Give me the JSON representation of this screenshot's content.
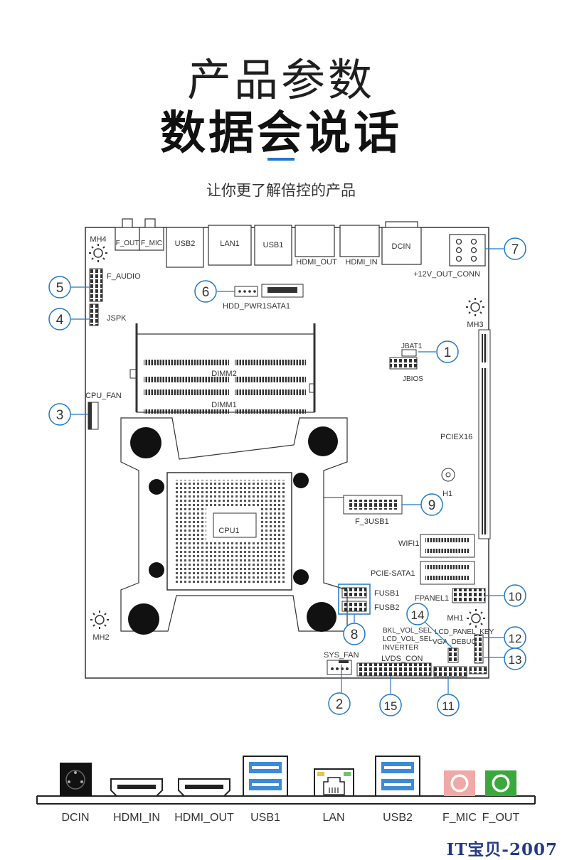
{
  "header": {
    "title": "产品参数",
    "headline": "数据会说话",
    "subtitle": "让你更了解倍控的产品"
  },
  "colors": {
    "accent": "#1f78c8",
    "callout": "#1f78c8",
    "mic_jack": "#f0a9a6",
    "out_jack": "#3aa83a",
    "usb_blue": "#3d8ad8"
  },
  "board": {
    "ports_top": {
      "f_out": "F_OUT",
      "f_mic": "F_MIC",
      "usb2": "USB2",
      "lan1": "LAN1",
      "usb1": "USB1",
      "hdmi_out": "HDMI_OUT",
      "hdmi_in": "HDMI_IN",
      "dcin": "DCIN",
      "conn12v": "+12V_OUT_CONN"
    },
    "labels": {
      "mh4": "MH4",
      "mh3": "MH3",
      "mh2": "MH2",
      "mh1": "MH1",
      "f_audio": "F_AUDIO",
      "jspk": "JSPK",
      "hdd_pwr": "HDD_PWR1SATA1",
      "jbat1": "JBAT1",
      "jbios": "JBIOS",
      "dimm2": "DIMM2",
      "dimm1": "DIMM1",
      "cpu_fan": "CPU_FAN",
      "pciex16": "PCIEX16",
      "h1": "H1",
      "cpu1": "CPU1",
      "f_3usb1": "F_3USB1",
      "wifi1": "WIFI1",
      "pcie_sata1": "PCIE-SATA1",
      "fusb1": "FUSB1",
      "fusb2": "FUSB2",
      "fpanel1": "FPANEL1",
      "bkl_vol_sel": "BKL_VOL_SEL",
      "lcd_vol_sel": "LCD_VOL_SEL",
      "inverter": "INVERTER",
      "lcd_panel_key": "LCD_PANEL_KEY",
      "vga_debug": "VGA_DEBUG",
      "sys_fan": "SYS_FAN",
      "lvds_con": "LVDS_CON"
    },
    "callouts": [
      "1",
      "2",
      "3",
      "4",
      "5",
      "6",
      "7",
      "8",
      "9",
      "10",
      "11",
      "12",
      "13",
      "14",
      "15"
    ]
  },
  "rear_io": {
    "dcin": "DCIN",
    "hdmi_in": "HDMI_IN",
    "hdmi_out": "HDMI_OUT",
    "usb1": "USB1",
    "lan": "LAN",
    "usb2": "USB2",
    "f_mic": "F_MIC",
    "f_out": "F_OUT"
  },
  "watermark": "IT宝贝-2007"
}
